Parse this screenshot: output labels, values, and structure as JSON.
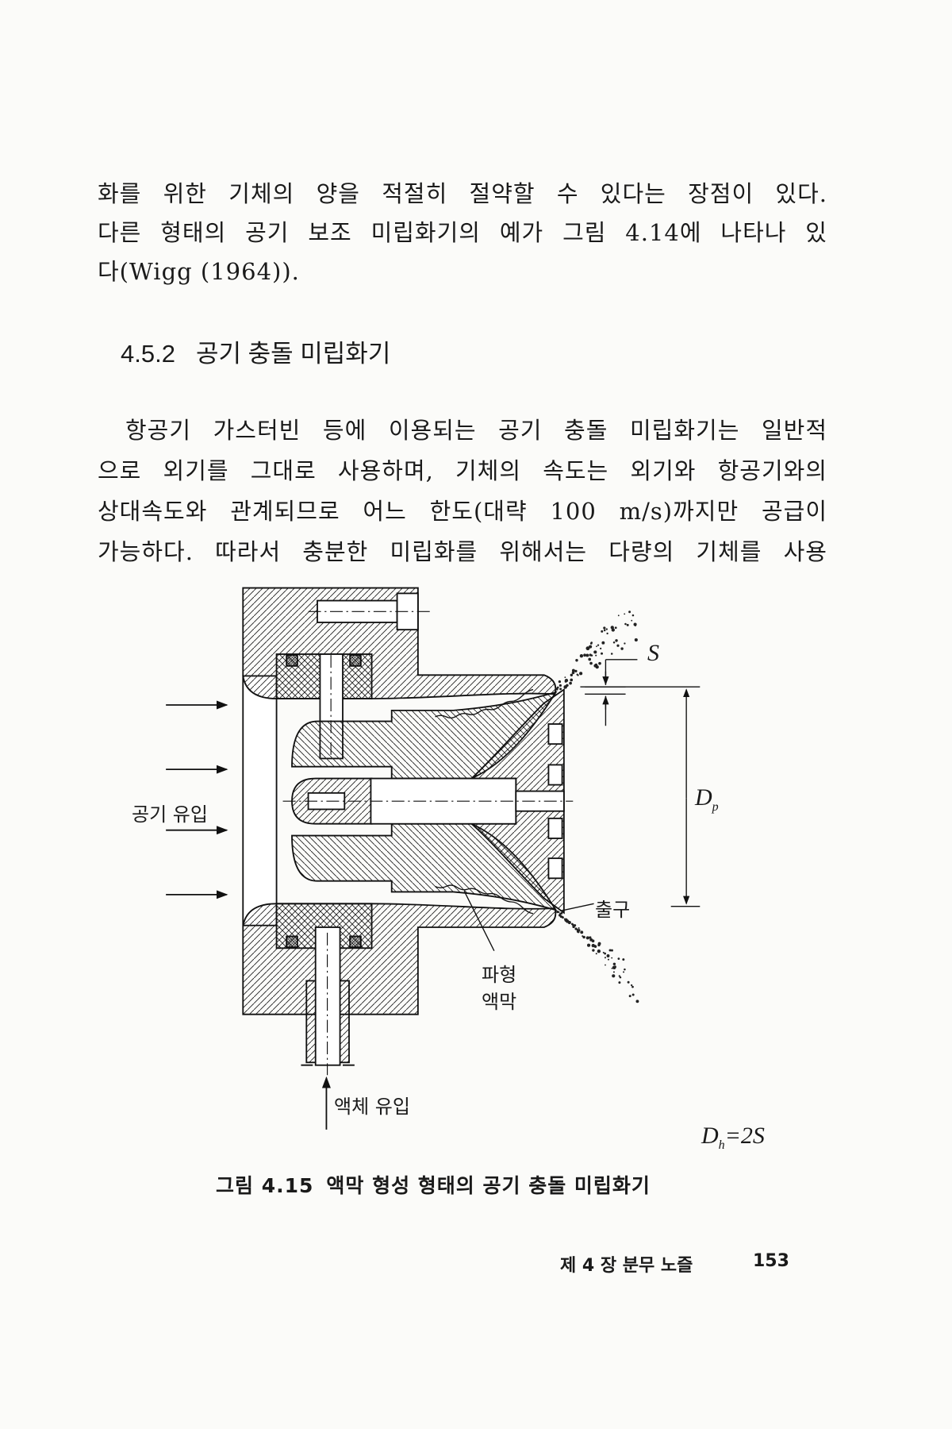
{
  "paragraph1": {
    "lines": [
      "화를 위한 기체의 양을 적절히 절약할 수 있다는 장점이 있다.",
      "다른 형태의 공기 보조 미립화기의 예가 그림 4.14에 나타나 있",
      "다(Wigg (1964))."
    ]
  },
  "section": {
    "number": "4.5.2",
    "title": "공기 충돌 미립화기"
  },
  "paragraph2": {
    "lines": [
      "항공기 가스터빈 등에 이용되는 공기 충돌 미립화기는 일반적",
      "으로 외기를 그대로 사용하며, 기체의 속도는 외기와 항공기와의",
      "상대속도와 관계되므로 어느 한도(대략 100 m/s)까지만 공급이",
      "가능하다. 따라서 충분한 미립화를 위해서는 다량의 기체를 사용"
    ]
  },
  "figure": {
    "labels": {
      "air_inlet": "공기 유입",
      "liquid_inlet": "액체 유입",
      "wavy_film_1": "파형",
      "wavy_film_2": "액막",
      "outlet": "출구",
      "gap": "S",
      "diameter_main": "D",
      "diameter_sub": "p",
      "formula_main": "D",
      "formula_sub": "h",
      "formula_rest": "=2S"
    },
    "caption_number": "그림 4.15",
    "caption_text": "액막 형성 형태의 공기 충돌 미립화기"
  },
  "footer": {
    "chapter": "제 4 장 분무 노즐",
    "page": "153"
  }
}
